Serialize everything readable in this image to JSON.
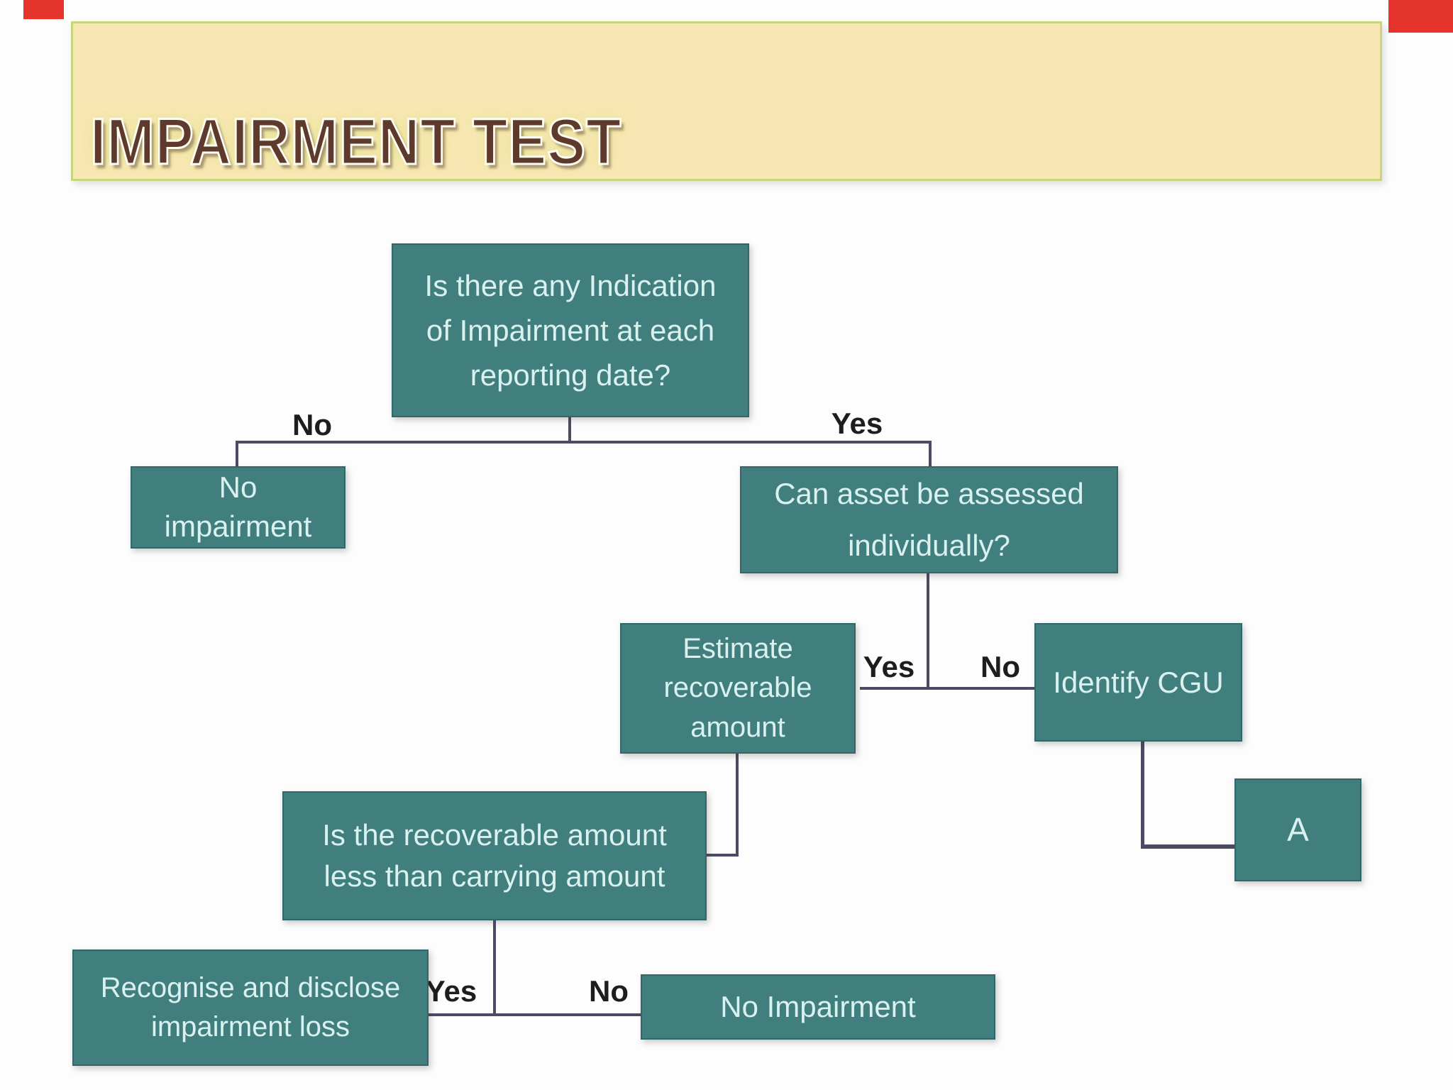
{
  "slide": {
    "title": "IMPAIRMENT TEST",
    "colors": {
      "page_bg": "#fdfdfd",
      "banner_bg": "#f8e7b2",
      "banner_border": "#c5d67c",
      "title_text": "#5d3a2c",
      "title_outline": "#fffdf5",
      "node_fill": "#417f7f",
      "node_border": "#336569",
      "node_text": "#d9f1ef",
      "connector": "#4d4a64",
      "branch_label": "#1d1d1d",
      "corner_accent": "#e5342c"
    }
  },
  "flowchart": {
    "nodes": {
      "start": {
        "text": "Is there any Indication\nof Impairment at each\nreporting date?"
      },
      "no_impairment_left": {
        "text": "No\nimpairment"
      },
      "can_asset": {
        "text": "Can asset be assessed\nindividually?"
      },
      "estimate": {
        "text": "Estimate\nrecoverable\namount"
      },
      "identify_cgu": {
        "text": "Identify CGU"
      },
      "a_connector": {
        "text": "A"
      },
      "less_than": {
        "text": "Is the recoverable amount\nless than carrying amount"
      },
      "recognise": {
        "text": "Recognise and disclose\nimpairment loss"
      },
      "no_impairment_bottom": {
        "text": "No Impairment"
      }
    },
    "labels": {
      "indication_no": "No",
      "indication_yes": "Yes",
      "individual_yes": "Yes",
      "individual_no": "No",
      "less_yes": "Yes",
      "less_no": "No"
    }
  }
}
